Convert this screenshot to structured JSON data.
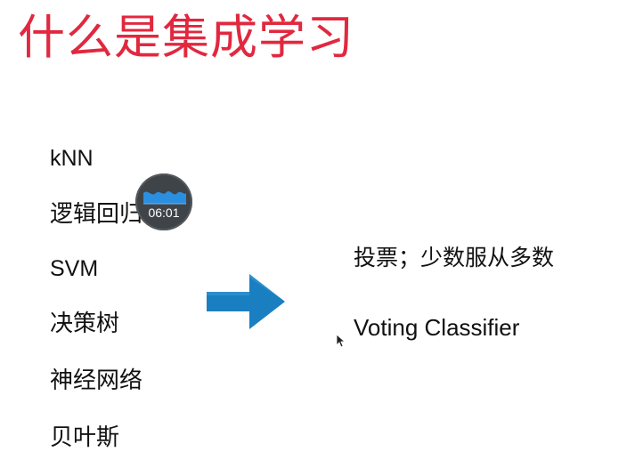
{
  "slide": {
    "title": "什么是集成学习",
    "title_color": "#e1283f"
  },
  "algorithms": [
    {
      "label": "kNN"
    },
    {
      "label": "逻辑回归"
    },
    {
      "label": "SVM"
    },
    {
      "label": "决策树"
    },
    {
      "label": "神经网络"
    },
    {
      "label": "贝叶斯"
    }
  ],
  "arrow": {
    "icon": "right-arrow-icon",
    "color": "#1a7fc1"
  },
  "result": {
    "voting_text": "投票；少数服从多数",
    "classifier_text": "Voting Classifier"
  },
  "video_overlay": {
    "time": "06:01",
    "icon": "audio-wave-icon",
    "wave_color": "#2b8fe0"
  },
  "cursor": {
    "icon": "mouse-pointer-icon"
  }
}
